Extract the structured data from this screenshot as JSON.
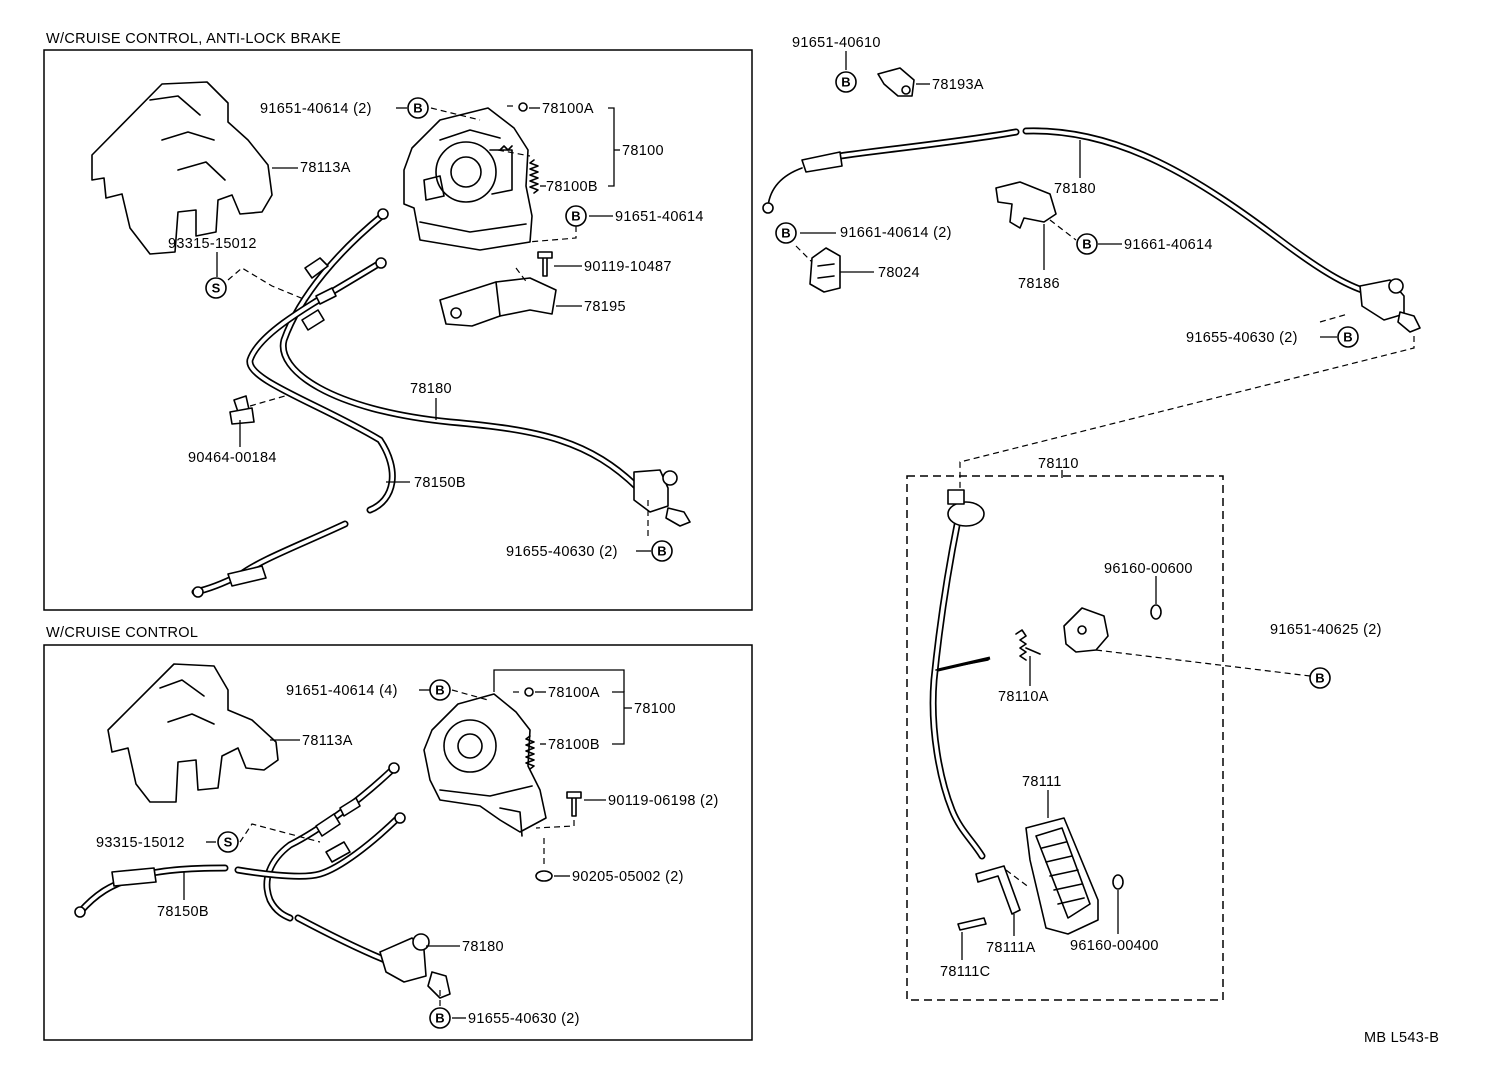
{
  "titles": {
    "abs_section": "W/CRUISE CONTROL, ANTI-LOCK BRAKE",
    "cruise_section": "W/CRUISE CONTROL",
    "diagram_code": "MB L543-B"
  },
  "symbols": {
    "bolt": "B",
    "screw": "S"
  },
  "abs_panel": {
    "p78113A": "78113A",
    "p91651_40614_2": "91651-40614 (2)",
    "p78100A": "78100A",
    "p78100": "78100",
    "p78100B": "78100B",
    "p91651_40614": "91651-40614",
    "p93315_15012": "93315-15012",
    "p90119_10487": "90119-10487",
    "p78195": "78195",
    "p78180": "78180",
    "p90464_00184": "90464-00184",
    "p78150B": "78150B",
    "p91655_40630_2": "91655-40630 (2)"
  },
  "cruise_panel": {
    "p91651_40614_4": "91651-40614 (4)",
    "p78100A": "78100A",
    "p78100": "78100",
    "p78113A": "78113A",
    "p78100B": "78100B",
    "p90119_06198_2": "90119-06198 (2)",
    "p93315_15012": "93315-15012",
    "p78150B": "78150B",
    "p90205_05002_2": "90205-05002 (2)",
    "p78180": "78180",
    "p91655_40630_2": "91655-40630 (2)"
  },
  "right_panel": {
    "p91651_40610": "91651-40610",
    "p78193A": "78193A",
    "p78180": "78180",
    "p91661_40614_2": "91661-40614 (2)",
    "p78024": "78024",
    "p91661_40614": "91661-40614",
    "p78186": "78186",
    "p91655_40630_2": "91655-40630 (2)",
    "p78110": "78110",
    "p96160_00600": "96160-00600",
    "p91651_40625_2": "91651-40625 (2)",
    "p78110A": "78110A",
    "p78111": "78111",
    "p78111A": "78111A",
    "p96160_00400": "96160-00400",
    "p78111C": "78111C"
  }
}
